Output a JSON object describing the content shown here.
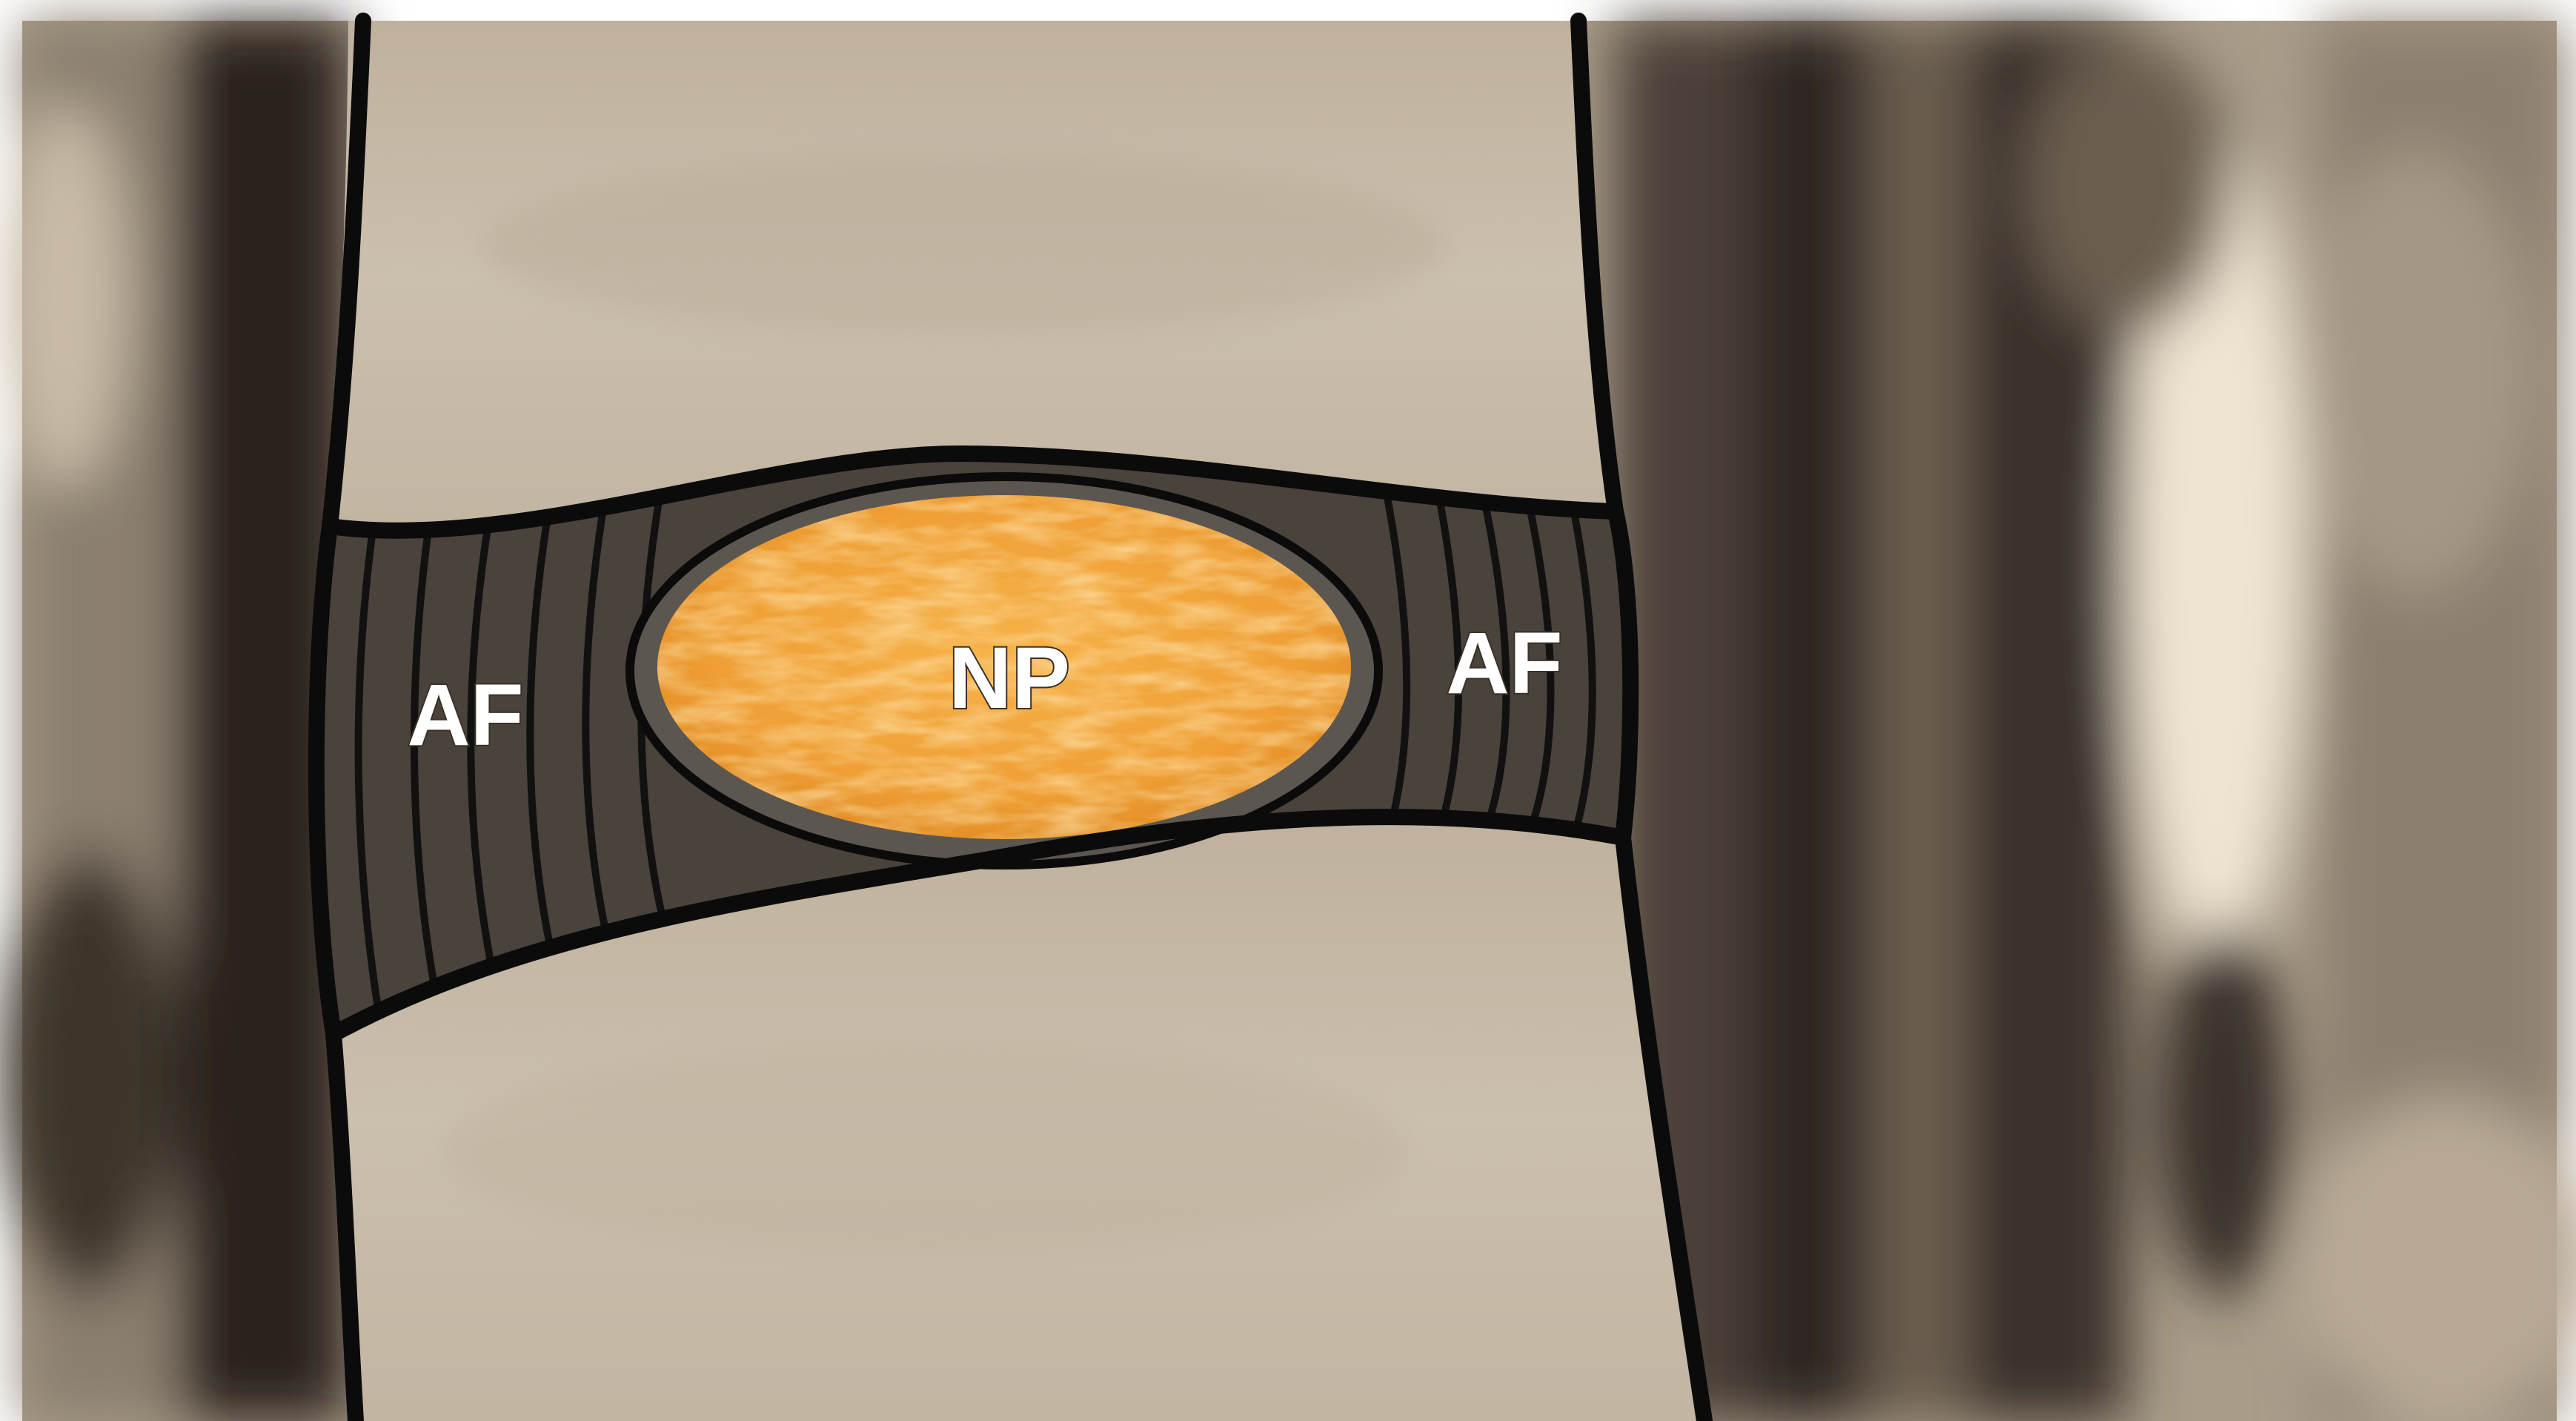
{
  "labels": {
    "annulus_left": "AF",
    "nucleus": "NP",
    "annulus_right": "AF"
  },
  "colors": {
    "background_mri": "#a89c8b",
    "vertebral_body": "#c6b9a6",
    "annulus_fill": "#4a433c",
    "annulus_lamella": "#111111",
    "nucleus_fill": "#f0a43b",
    "outline": "#0b0b0b",
    "label_text": "#ffffff"
  }
}
